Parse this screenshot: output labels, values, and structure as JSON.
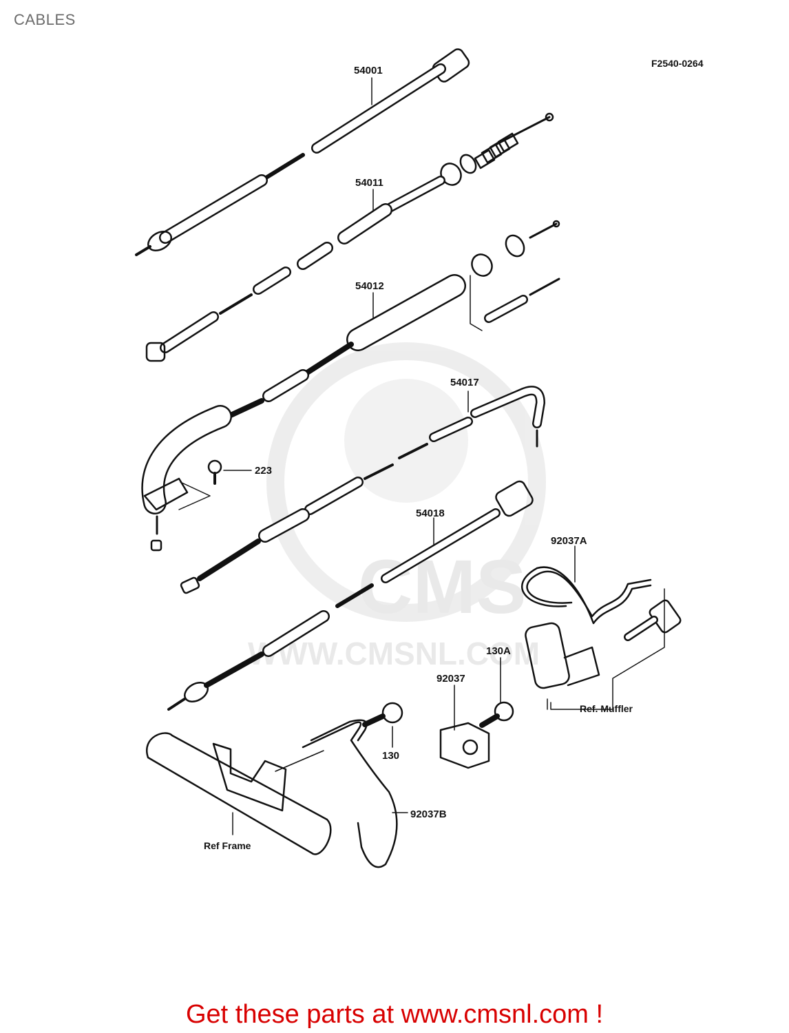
{
  "page": {
    "title": "CABLES"
  },
  "diagram": {
    "figure_code": "F2540-0264",
    "parts": [
      {
        "id": "p54001",
        "label": "54001"
      },
      {
        "id": "p54011",
        "label": "54011"
      },
      {
        "id": "p54012",
        "label": "54012"
      },
      {
        "id": "p54017",
        "label": "54017"
      },
      {
        "id": "p223",
        "label": "223"
      },
      {
        "id": "p54018",
        "label": "54018"
      },
      {
        "id": "p92037A",
        "label": "92037A"
      },
      {
        "id": "p130A",
        "label": "130A"
      },
      {
        "id": "p92037",
        "label": "92037"
      },
      {
        "id": "p130",
        "label": "130"
      },
      {
        "id": "p92037B",
        "label": "92037B"
      }
    ],
    "references": {
      "muffler": "Ref. Muffler",
      "frame": "Ref Frame"
    }
  },
  "watermark": {
    "url": "WWW.CMSNL.COM",
    "brand": "CMS"
  },
  "footer": {
    "cta": "Get these parts at www.cmsnl.com !"
  },
  "colors": {
    "cta": "#d80000",
    "ink": "#111111",
    "watermark": "#e7e7e7"
  }
}
